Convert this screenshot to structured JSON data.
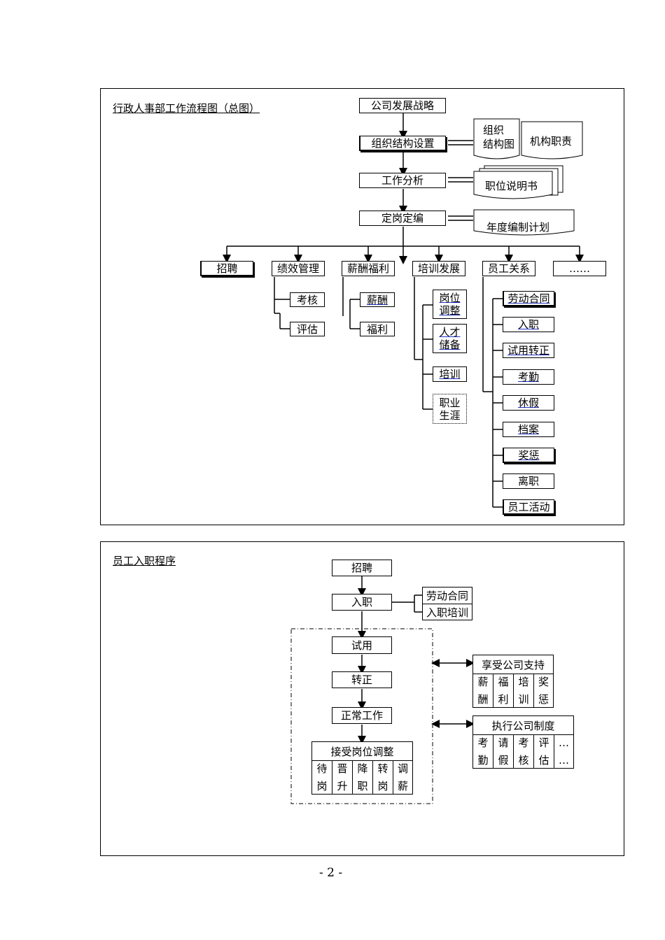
{
  "flow1": {
    "title": "行政人事部工作流程图（总图）",
    "strategy": "公司发展战略",
    "org_setup": "组织结构设置",
    "org_chart_doc": "组织\n结构图",
    "org_duty_doc": "机构职责",
    "job_analysis": "工作分析",
    "job_desc_doc": "职位说明书",
    "staffing": "定岗定编",
    "annual_plan_doc": "年度编制计划",
    "branches": [
      "招聘",
      "绩效管理",
      "薪酬福利",
      "培训发展",
      "员工关系",
      "……"
    ],
    "performance_sub": [
      "考核",
      "评估"
    ],
    "compensation_sub": [
      "薪酬",
      "福利"
    ],
    "training_sub": [
      "岗位\n调整",
      "人才\n储备",
      "培训",
      "职业\n生涯"
    ],
    "relations_sub": [
      "劳动合同",
      "入职",
      "试用转正",
      "考勤",
      "休假",
      "档案",
      "奖惩",
      "离职",
      "员工活动"
    ]
  },
  "flow2": {
    "title": "员工入职程序",
    "recruit": "招聘",
    "onboard": "入职",
    "onboard_docs": [
      "劳动合同",
      "入职培训"
    ],
    "probation": "试用",
    "regularize": "转正",
    "normal_work": "正常工作",
    "adjust": {
      "header": "接受岗位调整",
      "items": [
        "待\n岗",
        "晋\n升",
        "降\n职",
        "转\n岗",
        "调\n薪"
      ]
    },
    "support": {
      "header": "享受公司支持",
      "items": [
        "薪\n酬",
        "福\n利",
        "培\n训",
        "奖\n惩"
      ]
    },
    "policy": {
      "header": "执行公司制度",
      "items": [
        "考\n勤",
        "请\n假",
        "考\n核",
        "评\n估",
        "…\n…"
      ]
    }
  },
  "page_number": "- 2 -"
}
